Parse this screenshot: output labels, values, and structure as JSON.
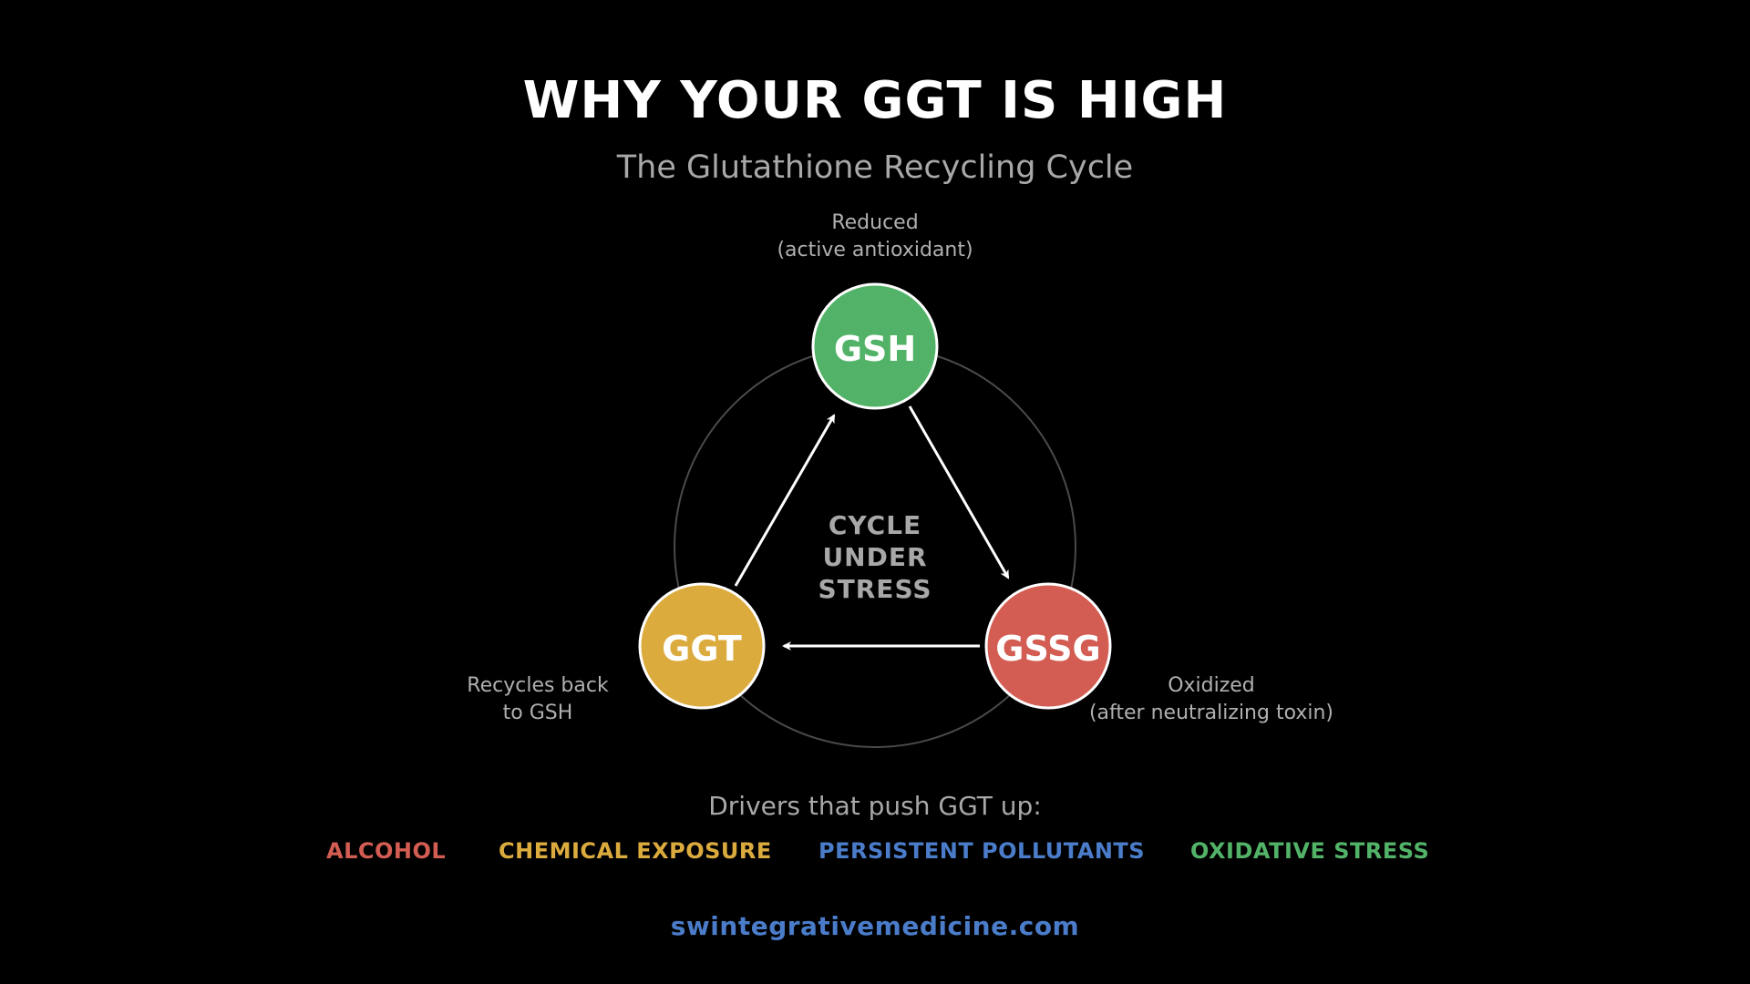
{
  "header": {
    "title": "WHY YOUR GGT IS HIGH",
    "subtitle": "The Glutathione Recycling Cycle"
  },
  "cycle": {
    "center_text": [
      "CYCLE",
      "UNDER",
      "STRESS"
    ],
    "nodes": {
      "gsh": {
        "label": "GSH",
        "color": "#52b368",
        "annotation": [
          "Reduced",
          "(active antioxidant)"
        ]
      },
      "gssg": {
        "label": "GSSG",
        "color": "#d35d52",
        "annotation": [
          "Oxidized",
          "(after neutralizing toxin)"
        ]
      },
      "ggt": {
        "label": "GGT",
        "color": "#dcab3e",
        "annotation": [
          "Recycles back",
          "to GSH"
        ]
      }
    }
  },
  "drivers": {
    "heading": "Drivers that push GGT up:",
    "items": [
      {
        "label": "ALCOHOL",
        "color": "#d35d52"
      },
      {
        "label": "CHEMICAL EXPOSURE",
        "color": "#dcab3e"
      },
      {
        "label": "PERSISTENT POLLUTANTS",
        "color": "#4a7cc9"
      },
      {
        "label": "OXIDATIVE STRESS",
        "color": "#52b368"
      }
    ]
  },
  "footer": {
    "url": "swintegrativemedicine.com",
    "color": "#4a7cc9"
  }
}
